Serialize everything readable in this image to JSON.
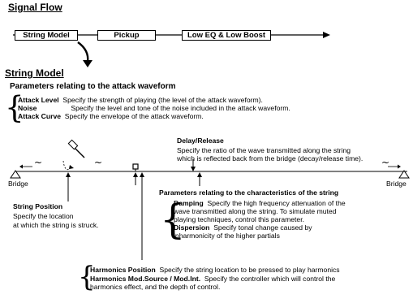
{
  "signal_flow": {
    "title": "Signal Flow",
    "boxes": [
      "String Model",
      "Pickup",
      "Low EQ & Low Boost"
    ]
  },
  "string_model": {
    "title": "String Model",
    "attack_heading": "Parameters relating to the attack waveform",
    "attack_params": [
      {
        "name": "Attack Level",
        "desc": "Specify the strength of playing (the level of the attack waveform)."
      },
      {
        "name": "Noise",
        "desc": "Specify the level and tone of the noise included in the attack waveform."
      },
      {
        "name": "Attack Curve",
        "desc": "Specify the envelope of the attack waveform."
      }
    ],
    "delay_release": {
      "name": "Delay/Release",
      "lines": [
        "Specify the ratio of the wave transmitted along the string",
        "which is reflected back from the bridge (decay/release time)."
      ]
    },
    "bridge_left": "Bridge",
    "bridge_right": "Bridge",
    "string_position": {
      "name": "String Position",
      "lines": [
        "Specify the location",
        "at which the string is struck."
      ]
    },
    "char_heading": "Parameters relating to the characteristics of the string",
    "damping": {
      "name": "Damping",
      "first": "Specify the high frequency attenuation of the",
      "lines": [
        "wave transmitted along the string. To simulate muted",
        "playing techniques, control this parameter."
      ]
    },
    "dispersion": {
      "name": "Dispersion",
      "first": "Specify tonal change caused by",
      "lines": [
        "inharmonicity of the higher partials"
      ]
    },
    "harmonics_position": {
      "name": "Harmonics Position",
      "desc": "Specify the string location to be pressed to play harmonics"
    },
    "harmonics_mod": {
      "name": "Harmonics Mod.Source / Mod.Int.",
      "desc": "Specify the controller which will control the",
      "line2": "harmonics effect, and the depth of control."
    }
  }
}
